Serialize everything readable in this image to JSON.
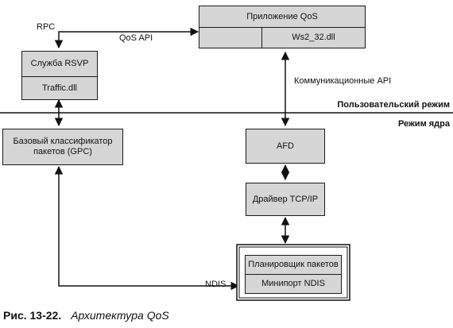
{
  "labels": {
    "rpc": "RPC",
    "qos_api": "QoS API",
    "comm_api": "Коммуникационные API",
    "user_mode": "Пользовательский режим",
    "kernel_mode": "Режим ядра",
    "ndis": "NDIS"
  },
  "boxes": {
    "qos_app": "Приложение QoS",
    "ws2": "Ws2_32.dll",
    "rsvp": "Служба RSVP",
    "traffic": "Traffic.dll",
    "gpc_line1": "Базовый классификатор",
    "gpc_line2": "пакетов (GPC)",
    "afd": "AFD",
    "tcpip": "Драйвер TCP/IP",
    "scheduler": "Планировщик пакетов",
    "miniport": "Минипорт NDIS"
  },
  "caption": {
    "number": "Рис. 13-22.",
    "title": "Архитектура QoS"
  }
}
